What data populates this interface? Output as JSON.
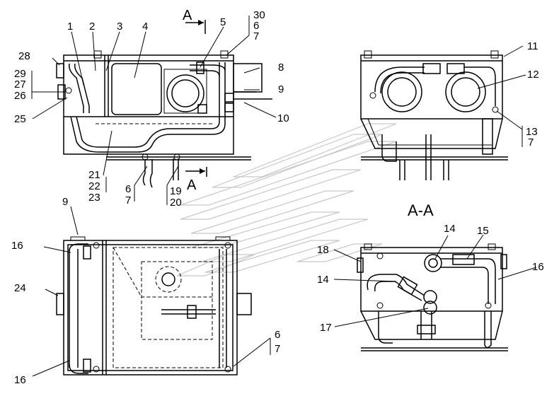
{
  "section_title": "A-A",
  "section_mark_top": "A",
  "section_mark_bottom": "A",
  "callouts": {
    "c1": "1",
    "c2": "2",
    "c3": "3",
    "c4": "4",
    "c5": "5",
    "c30": "30",
    "c6a": "6",
    "c7a": "7",
    "c28": "28",
    "c29": "29",
    "c27": "27",
    "c26": "26",
    "c25": "25",
    "c8": "8",
    "c9a": "9",
    "c10": "10",
    "c21": "21",
    "c22": "22",
    "c23": "23",
    "c6b": "6",
    "c7b": "7",
    "c19": "19",
    "c20": "20",
    "c11": "11",
    "c12": "12",
    "c13": "13",
    "c7c": "7",
    "c9b": "9",
    "c16a": "16",
    "c24": "24",
    "c16b": "16",
    "c6c": "6",
    "c7d": "7",
    "c14a": "14",
    "c15": "15",
    "c18": "18",
    "c14b": "14",
    "c16c": "16",
    "c17": "17"
  }
}
